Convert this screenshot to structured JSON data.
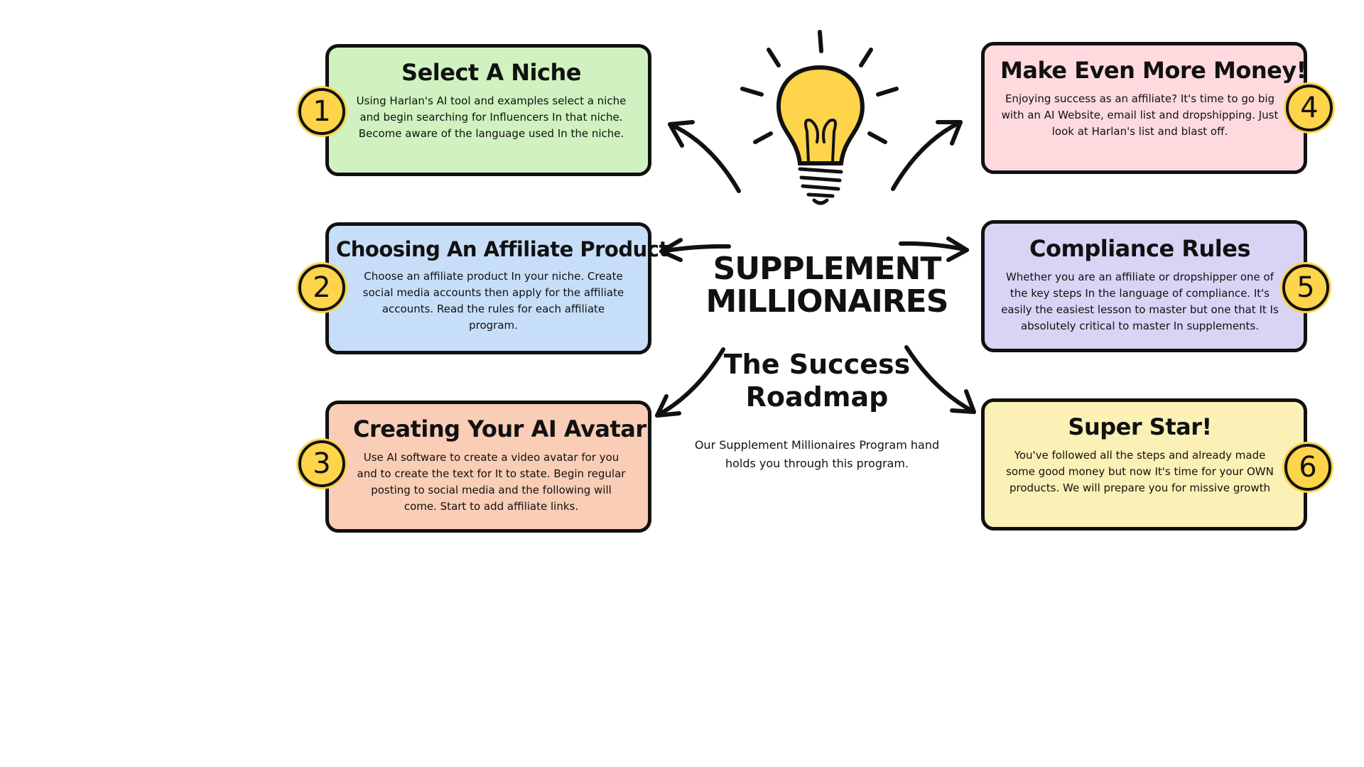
{
  "center": {
    "title_line1": "SUPPLEMENT",
    "title_line2": "MILLIONAIRES",
    "subtitle_line1": "The Success",
    "subtitle_line2": "Roadmap",
    "caption": "Our Supplement Millionaires Program hand holds you through this program."
  },
  "steps": [
    {
      "number": "1",
      "title": "Select A Niche",
      "text": "Using Harlan's AI tool and examples select a niche and begin searching for Influencers In that niche. Become aware of the language used In the niche.",
      "color": "#d0f2c0"
    },
    {
      "number": "2",
      "title": "Choosing An Affiliate Product",
      "text": "Choose an affiliate product In your niche. Create social media accounts then apply for the affiliate accounts. Read the rules for each affiliate program.",
      "color": "#c7def9"
    },
    {
      "number": "3",
      "title": "Creating Your AI Avatar",
      "text": "Use AI software to create a video avatar for you and to create the text for It to state. Begin regular posting to social media and the following will come. Start to add affiliate links.",
      "color": "#f9cdb6"
    },
    {
      "number": "4",
      "title": "Make Even More Money!",
      "text": "Enjoying success as an affiliate? It's time to go big with an AI Website, email list and dropshipping. Just look at Harlan's list and blast off.",
      "color": "#fedadf"
    },
    {
      "number": "5",
      "title": "Compliance Rules",
      "text": "Whether you are an affiliate or dropshipper one of the key steps In the language of compliance. It's easily the easiest lesson to master but one that It Is absolutely critical to master In supplements.",
      "color": "#d7d4f5"
    },
    {
      "number": "6",
      "title": "Super Star!",
      "text": "You've followed all the steps and already made some good money but now It's time for your OWN products. We will prepare you for missive growth",
      "color": "#fbf1b6"
    }
  ],
  "icons": {
    "center": "lightbulb-icon",
    "badge_color": "#fdd44a"
  }
}
